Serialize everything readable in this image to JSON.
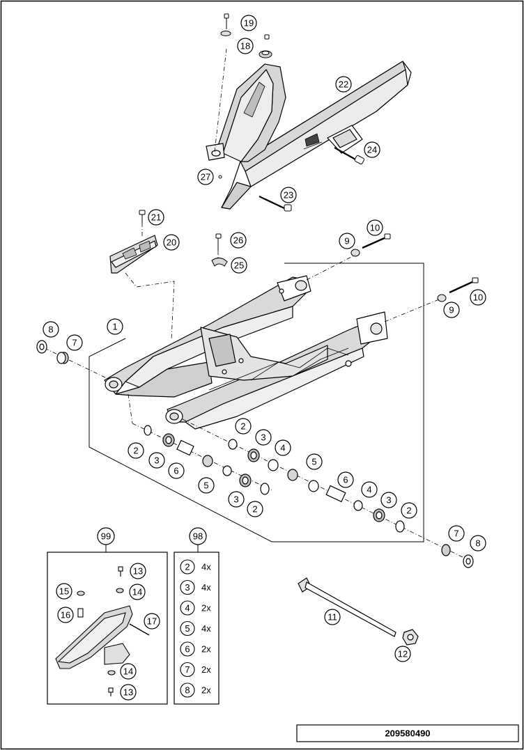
{
  "drawing_number": "209580490",
  "kit_groups": [
    {
      "number": "99",
      "members": [
        "13",
        "14",
        "15",
        "16",
        "17",
        "14",
        "13"
      ]
    },
    {
      "number": "98",
      "members": [
        "2",
        "3",
        "4",
        "5",
        "6",
        "7",
        "8"
      ]
    }
  ],
  "kit_98_quantities": [
    {
      "part": "2",
      "qty": "4x"
    },
    {
      "part": "3",
      "qty": "4x"
    },
    {
      "part": "4",
      "qty": "2x"
    },
    {
      "part": "5",
      "qty": "4x"
    },
    {
      "part": "6",
      "qty": "2x"
    },
    {
      "part": "7",
      "qty": "2x"
    },
    {
      "part": "8",
      "qty": "2x"
    }
  ],
  "callouts": {
    "c19": "19",
    "c18": "18",
    "c22": "22",
    "c24": "24",
    "c27": "27",
    "c23": "23",
    "c21": "21",
    "c20": "20",
    "c26": "26",
    "c25": "25",
    "c10a": "10",
    "c9a": "9",
    "c10b": "10",
    "c9b": "9",
    "c1": "1",
    "c8a": "8",
    "c7a": "7",
    "c2a": "2",
    "c3a": "3",
    "c6a": "6",
    "c5a": "5",
    "c3b": "3",
    "c2b": "2",
    "c2c": "2",
    "c3c": "3",
    "c4a": "4",
    "c5b": "5",
    "c6b": "6",
    "c4b": "4",
    "c3d": "3",
    "c2d": "2",
    "c7b": "7",
    "c8b": "8",
    "c11": "11",
    "c12": "12",
    "c13a": "13",
    "c15": "15",
    "c14a": "14",
    "c16": "16",
    "c17": "17",
    "c14b": "14",
    "c13b": "13"
  }
}
